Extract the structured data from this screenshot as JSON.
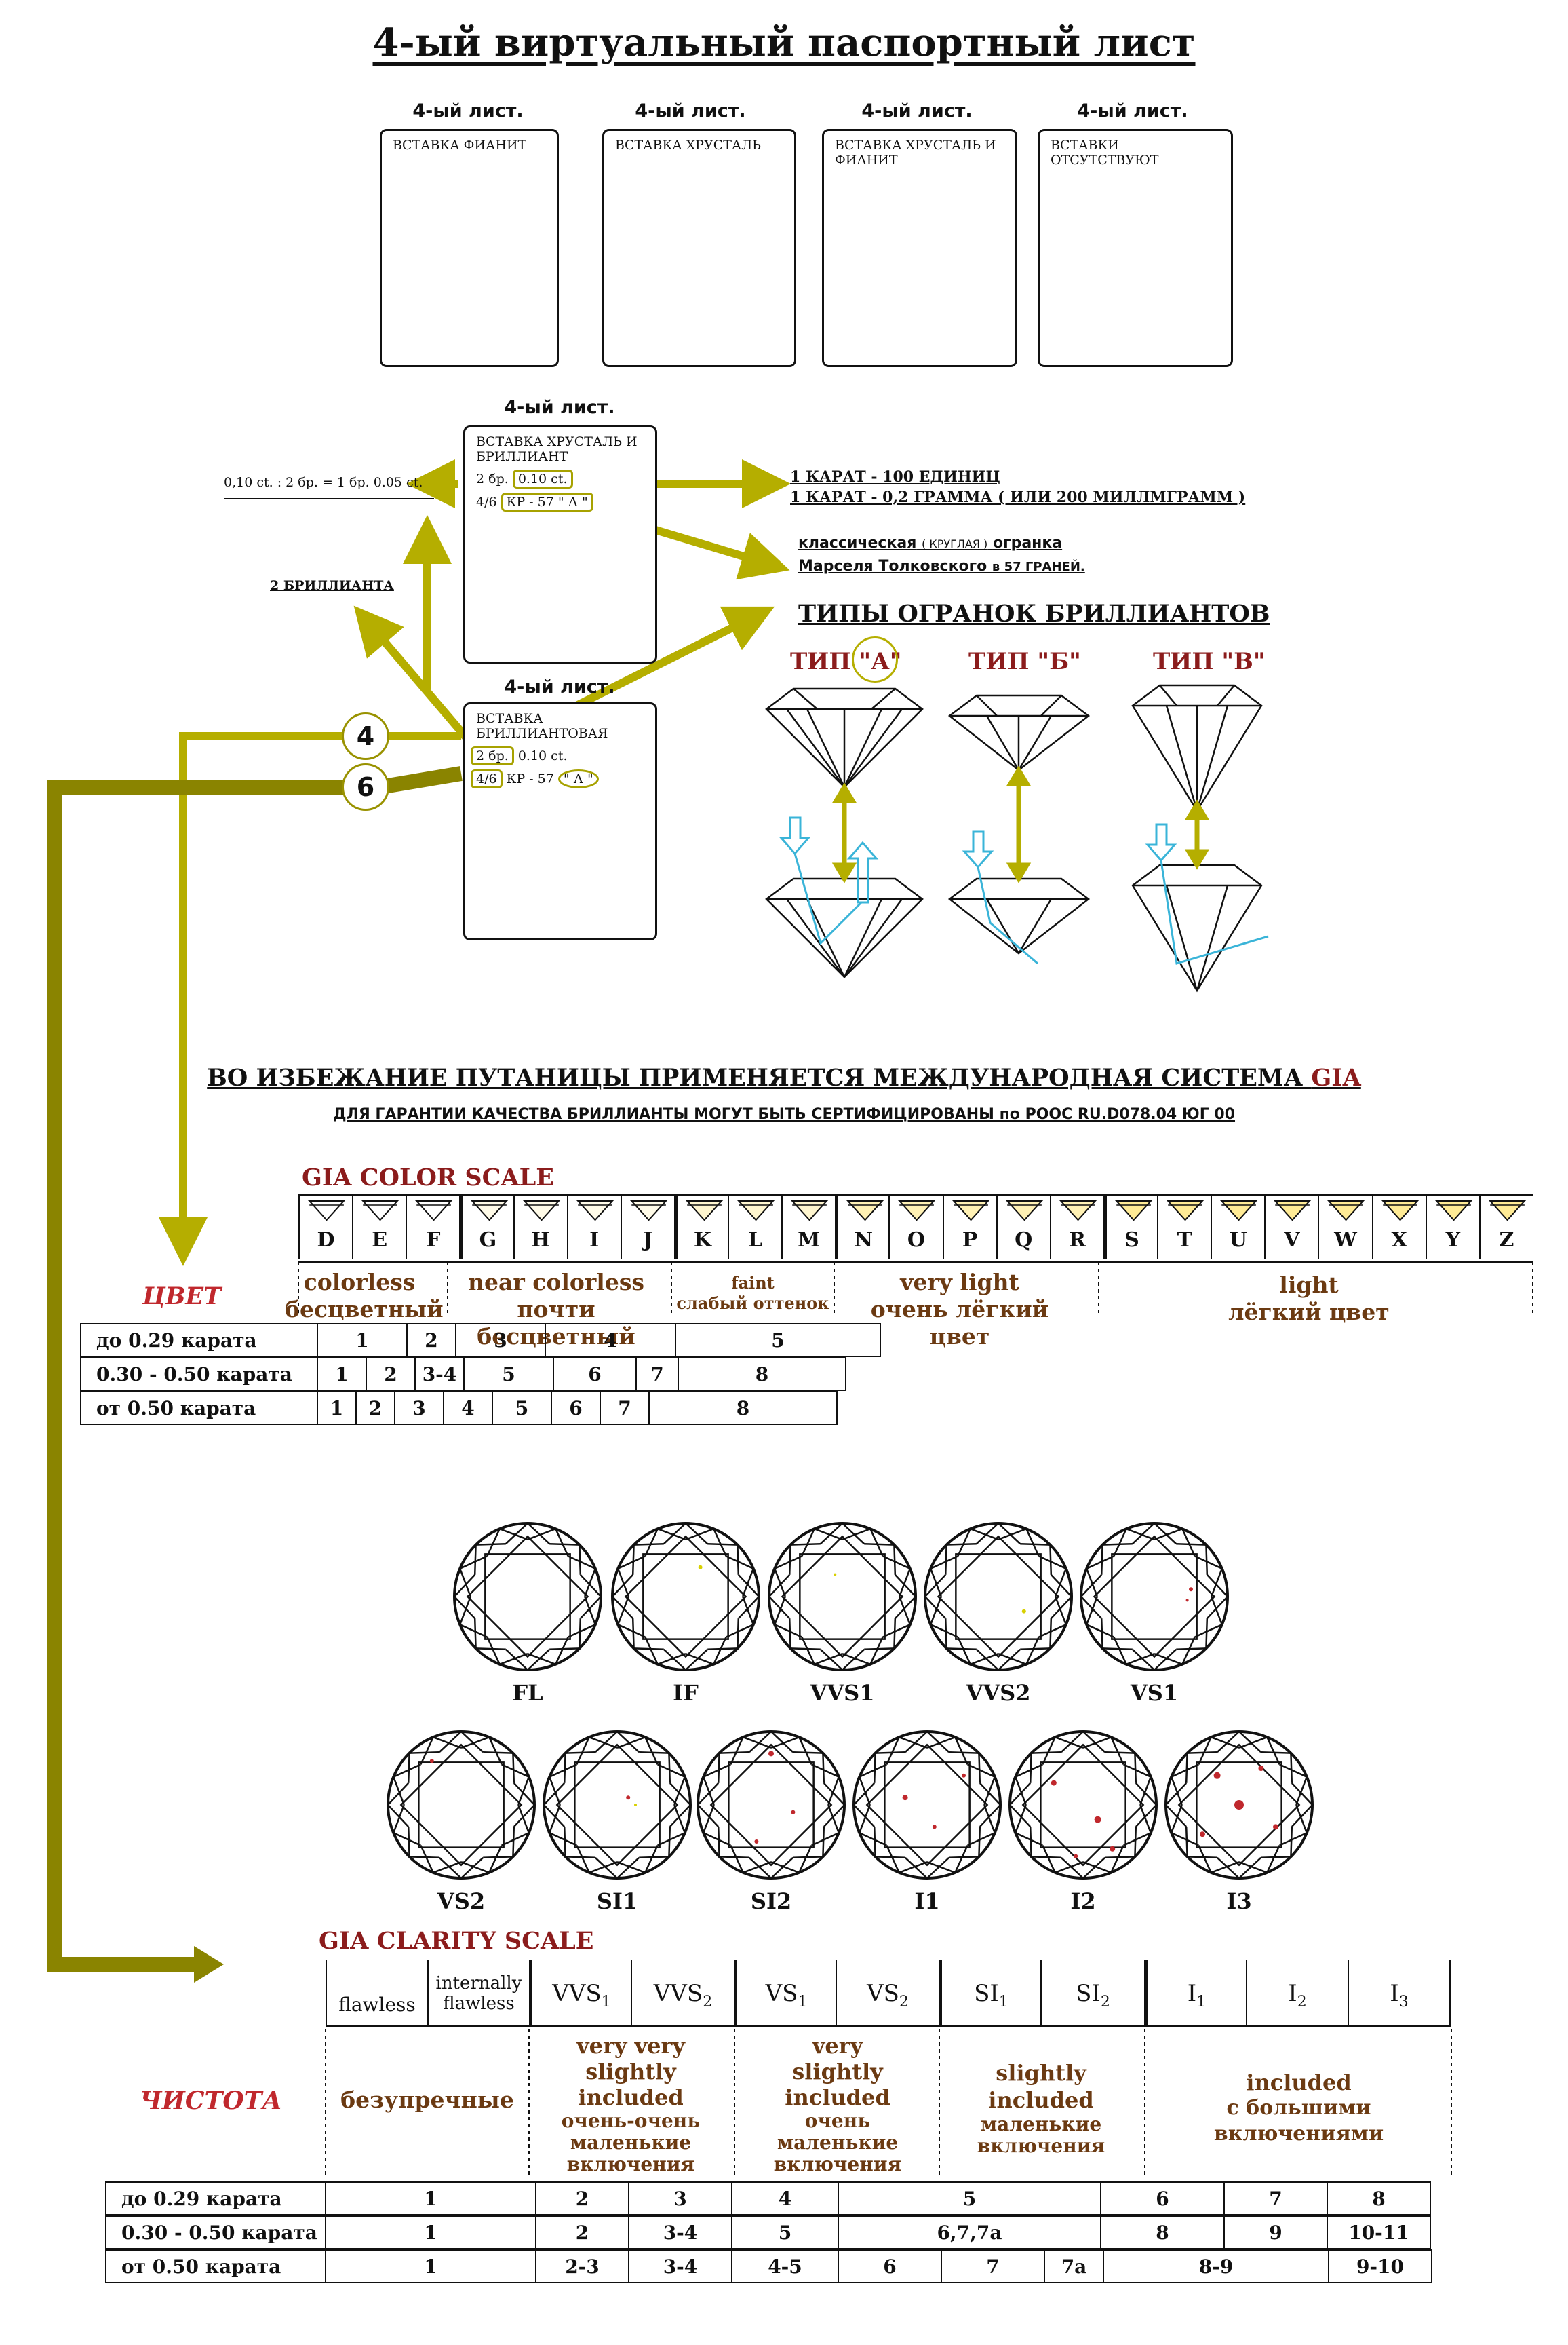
{
  "title": "4-ый виртуальный паспортный лист",
  "sheets_top": [
    {
      "head": "4-ый  лист.",
      "label": "ВСТАВКА ФИАНИТ"
    },
    {
      "head": "4-ый  лист.",
      "label": "ВСТАВКА ХРУСТАЛЬ"
    },
    {
      "head": "4-ый  лист.",
      "label": "ВСТАВКА ХРУСТАЛЬ И ФИАНИТ"
    },
    {
      "head": "4-ый  лист.",
      "label": "ВСТАВКИ ОТСУТСТВУЮТ"
    }
  ],
  "sheet_mid": {
    "head": "4-ый  лист.",
    "label": "ВСТАВКА ХРУСТАЛЬ И БРИЛЛИАНТ",
    "line1_a": "2 бр.",
    "line1_b": "0.10 ct.",
    "line2_a": "4/6",
    "line2_b": "КР - 57",
    "line2_c": "\" А \""
  },
  "sheet_bottom": {
    "head": "4-ый  лист.",
    "label": "ВСТАВКА БРИЛЛИАНТОВАЯ",
    "line1_a": "2 бр.",
    "line1_b": "0.10 ct.",
    "line2_a": "4/6",
    "line2_b": "КР - 57",
    "line2_c": "\" А \""
  },
  "notes": {
    "formula": "0,10 ct. : 2 бр. = 1 бр. 0.05 ct.",
    "two_diamonds": "2 БРИЛЛИАНТА",
    "carat_1": "1 КАРАТ - 100 ЕДИНИЦ",
    "carat_2": "1 КАРАТ - 0,2 ГРАММА ( ИЛИ 200 МИЛЛМГРАММ )",
    "cut_1a": "классическая",
    "cut_1b": "( КРУГЛАЯ )",
    "cut_1c": "огранка",
    "cut_2a": "Марселя Толковского",
    "cut_2b": "в 57 ГРАНЕЙ."
  },
  "badges": {
    "four": "4",
    "six": "6"
  },
  "cut_types": {
    "heading": "ТИПЫ ОГРАНОК БРИЛЛИАНТОВ",
    "types": [
      "ТИП \"А\"",
      "ТИП \"Б\"",
      "ТИП \"В\""
    ]
  },
  "gia_heading": {
    "text": "ВО ИЗБЕЖАНИЕ ПУТАНИЦЫ ПРИМЕНЯЕТСЯ МЕЖДУНАРОДНАЯ СИСТЕМА ",
    "gia": "GIA"
  },
  "gia_sub": "ДЛЯ ГАРАНТИИ КАЧЕСТВА БРИЛЛИАНТЫ МОГУТ БЫТЬ СЕРТИФИЦИРОВАНЫ по РООС RU.D078.04 ЮГ 00",
  "color_scale": {
    "title": "GIA COLOR SCALE",
    "letters": [
      "D",
      "E",
      "F",
      "G",
      "H",
      "I",
      "J",
      "K",
      "L",
      "M",
      "N",
      "O",
      "P",
      "Q",
      "R",
      "S",
      "T",
      "U",
      "V",
      "W",
      "X",
      "Y",
      "Z"
    ],
    "groups": [
      {
        "en": "colorless",
        "ru": "бесцветный"
      },
      {
        "en": "near colorless",
        "ru": "почти бесцветный"
      },
      {
        "en": "faint",
        "ru": "слабый оттенок"
      },
      {
        "en": "very light",
        "ru": "очень лёгкий цвет"
      },
      {
        "en": "light",
        "ru": "лёгкий цвет"
      }
    ],
    "side_label": "ЦВЕТ",
    "rows": [
      {
        "label": "до 0.29 карата",
        "cells": [
          "1",
          "2",
          "3",
          "4",
          "5"
        ]
      },
      {
        "label": "0.30 - 0.50 карата",
        "cells": [
          "1",
          "2",
          "3-4",
          "5",
          "6",
          "7",
          "8"
        ]
      },
      {
        "label": "от 0.50 карата",
        "cells": [
          "1",
          "2",
          "3",
          "4",
          "5",
          "6",
          "7",
          "8"
        ]
      }
    ]
  },
  "clarity_diagrams": {
    "row1": [
      "FL",
      "IF",
      "VVS1",
      "VVS2",
      "VS1"
    ],
    "row2": [
      "VS2",
      "SI1",
      "SI2",
      "I1",
      "I2",
      "I3"
    ]
  },
  "clarity_scale": {
    "title": "GIA CLARITY SCALE",
    "side_label": "ЧИСТОТА",
    "grades": [
      {
        "main": "flawless",
        "sub": ""
      },
      {
        "main": "internally",
        "main2": "flawless"
      },
      {
        "main": "VVS",
        "sub": "1"
      },
      {
        "main": "VVS",
        "sub": "2"
      },
      {
        "main": "VS",
        "sub": "1"
      },
      {
        "main": "VS",
        "sub": "2"
      },
      {
        "main": "SI",
        "sub": "1"
      },
      {
        "main": "SI",
        "sub": "2"
      },
      {
        "main": "I",
        "sub": "1"
      },
      {
        "main": "I",
        "sub": "2"
      },
      {
        "main": "I",
        "sub": "3"
      }
    ],
    "desc": {
      "fl": "безупречные",
      "vvs": [
        "very very",
        "slightly",
        "included",
        "очень-очень",
        "маленькие",
        "включения"
      ],
      "vs": [
        "very",
        "slightly",
        "included",
        "очень",
        "маленькие",
        "включения"
      ],
      "si": [
        "slightly",
        "included",
        "маленькие",
        "включения"
      ],
      "i": [
        "included",
        "с большими",
        "включениями"
      ]
    },
    "rows": [
      {
        "label": "до 0.29 карата",
        "cells": [
          "1",
          "2",
          "3",
          "4",
          "5",
          "6",
          "7",
          "8"
        ]
      },
      {
        "label": "0.30 - 0.50 карата",
        "cells": [
          "1",
          "2",
          "3-4",
          "5",
          "6,7,7а",
          "8",
          "9",
          "10-11"
        ]
      },
      {
        "label": "от 0.50 карата",
        "cells": [
          "1",
          "2-3",
          "3-4",
          "4-5",
          "6",
          "7",
          "7а",
          "8-9",
          "9-10"
        ]
      }
    ]
  },
  "colors": {
    "olive_bright": "#b5ae00",
    "olive_dark": "#8a8400",
    "red": "#8b1c1c",
    "brown": "#6b3a12",
    "cyan": "#3ab4d8"
  }
}
